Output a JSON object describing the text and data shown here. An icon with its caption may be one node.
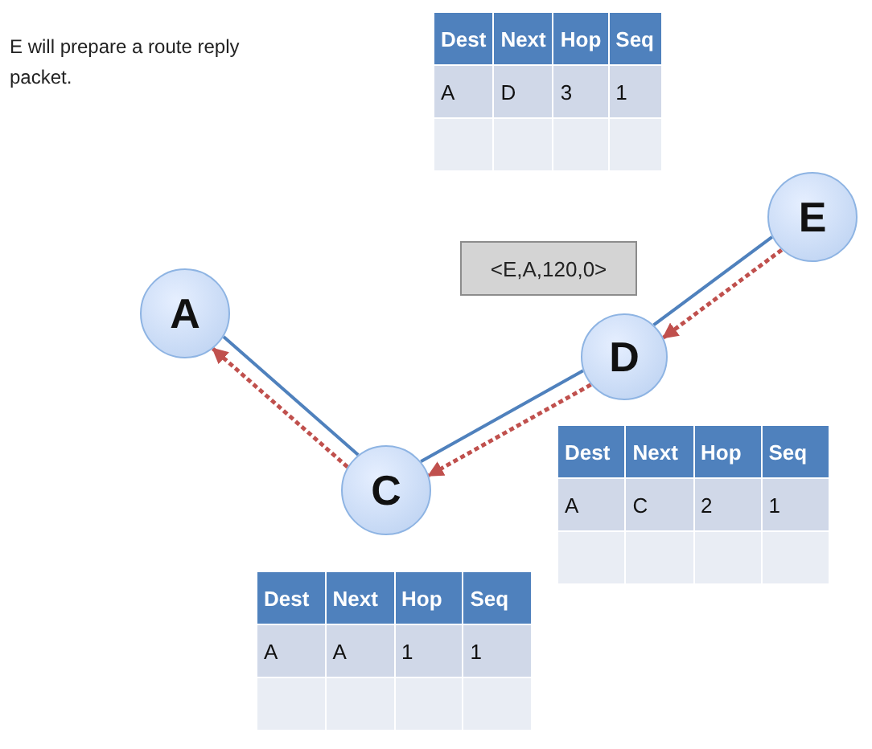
{
  "diagram": {
    "nodes": [
      {
        "text": [
          "A"
        ]
      },
      {
        "text": [
          "C"
        ]
      },
      {
        "text": [
          "D"
        ]
      },
      {
        "text": [
          "E"
        ]
      },
      {
        "text": [
          "<E,A,120,0>"
        ]
      }
    ],
    "edges": [
      {
        "from": 0,
        "to": 1,
        "arrow": "none"
      },
      {
        "from": 1,
        "to": 2,
        "arrow": "none"
      },
      {
        "from": 2,
        "to": 3,
        "arrow": "none"
      },
      {
        "from": 3,
        "to": 2,
        "arrow": "to",
        "style": "dashed",
        "color": "#c0504d"
      },
      {
        "from": 2,
        "to": 1,
        "arrow": "to",
        "style": "dashed",
        "color": "#c0504d"
      },
      {
        "from": 1,
        "to": 0,
        "arrow": "to",
        "style": "dashed",
        "color": "#c0504d"
      }
    ],
    "labels": [
      "E will prepare a route reply packet.",
      "Dest",
      "Next",
      "Hop",
      "Seq",
      "A",
      "D",
      "3",
      "1",
      "Dest",
      "Next",
      "Hop",
      "Seq",
      "A",
      "C",
      "2",
      "1",
      "Dest",
      "Next",
      "Hop",
      "Seq",
      "A",
      "A",
      "1",
      "1"
    ]
  }
}
